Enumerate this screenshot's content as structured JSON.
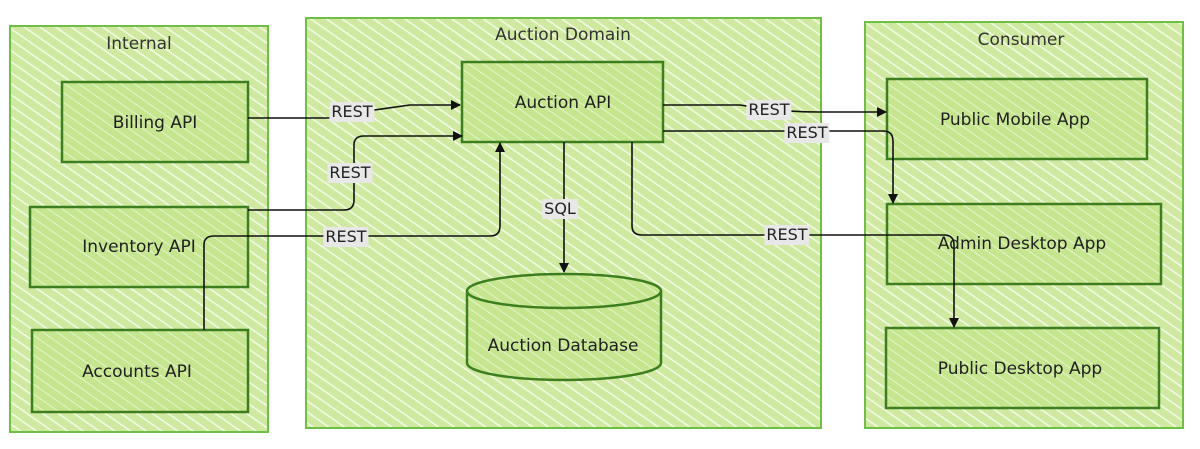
{
  "groups": {
    "internal": "Internal",
    "auction_domain": "Auction Domain",
    "consumer": "Consumer"
  },
  "nodes": {
    "billing_api": "Billing API",
    "inventory_api": "Inventory API",
    "accounts_api": "Accounts API",
    "auction_api": "Auction API",
    "auction_database": "Auction Database",
    "public_mobile_app": "Public Mobile App",
    "admin_desktop_app": "Admin Desktop App",
    "public_desktop_app": "Public Desktop App"
  },
  "edges": {
    "billing_to_auction": "REST",
    "inventory_to_auction": "REST",
    "accounts_to_auction": "REST",
    "auction_to_db": "SQL",
    "auction_to_mobile": "REST",
    "auction_to_admin": "REST",
    "auction_to_desktop": "REST"
  },
  "colors": {
    "fill": "#d4ec9f",
    "hatch": "#ffffff",
    "stroke": "#4e9a28",
    "arrow": "#111111"
  }
}
